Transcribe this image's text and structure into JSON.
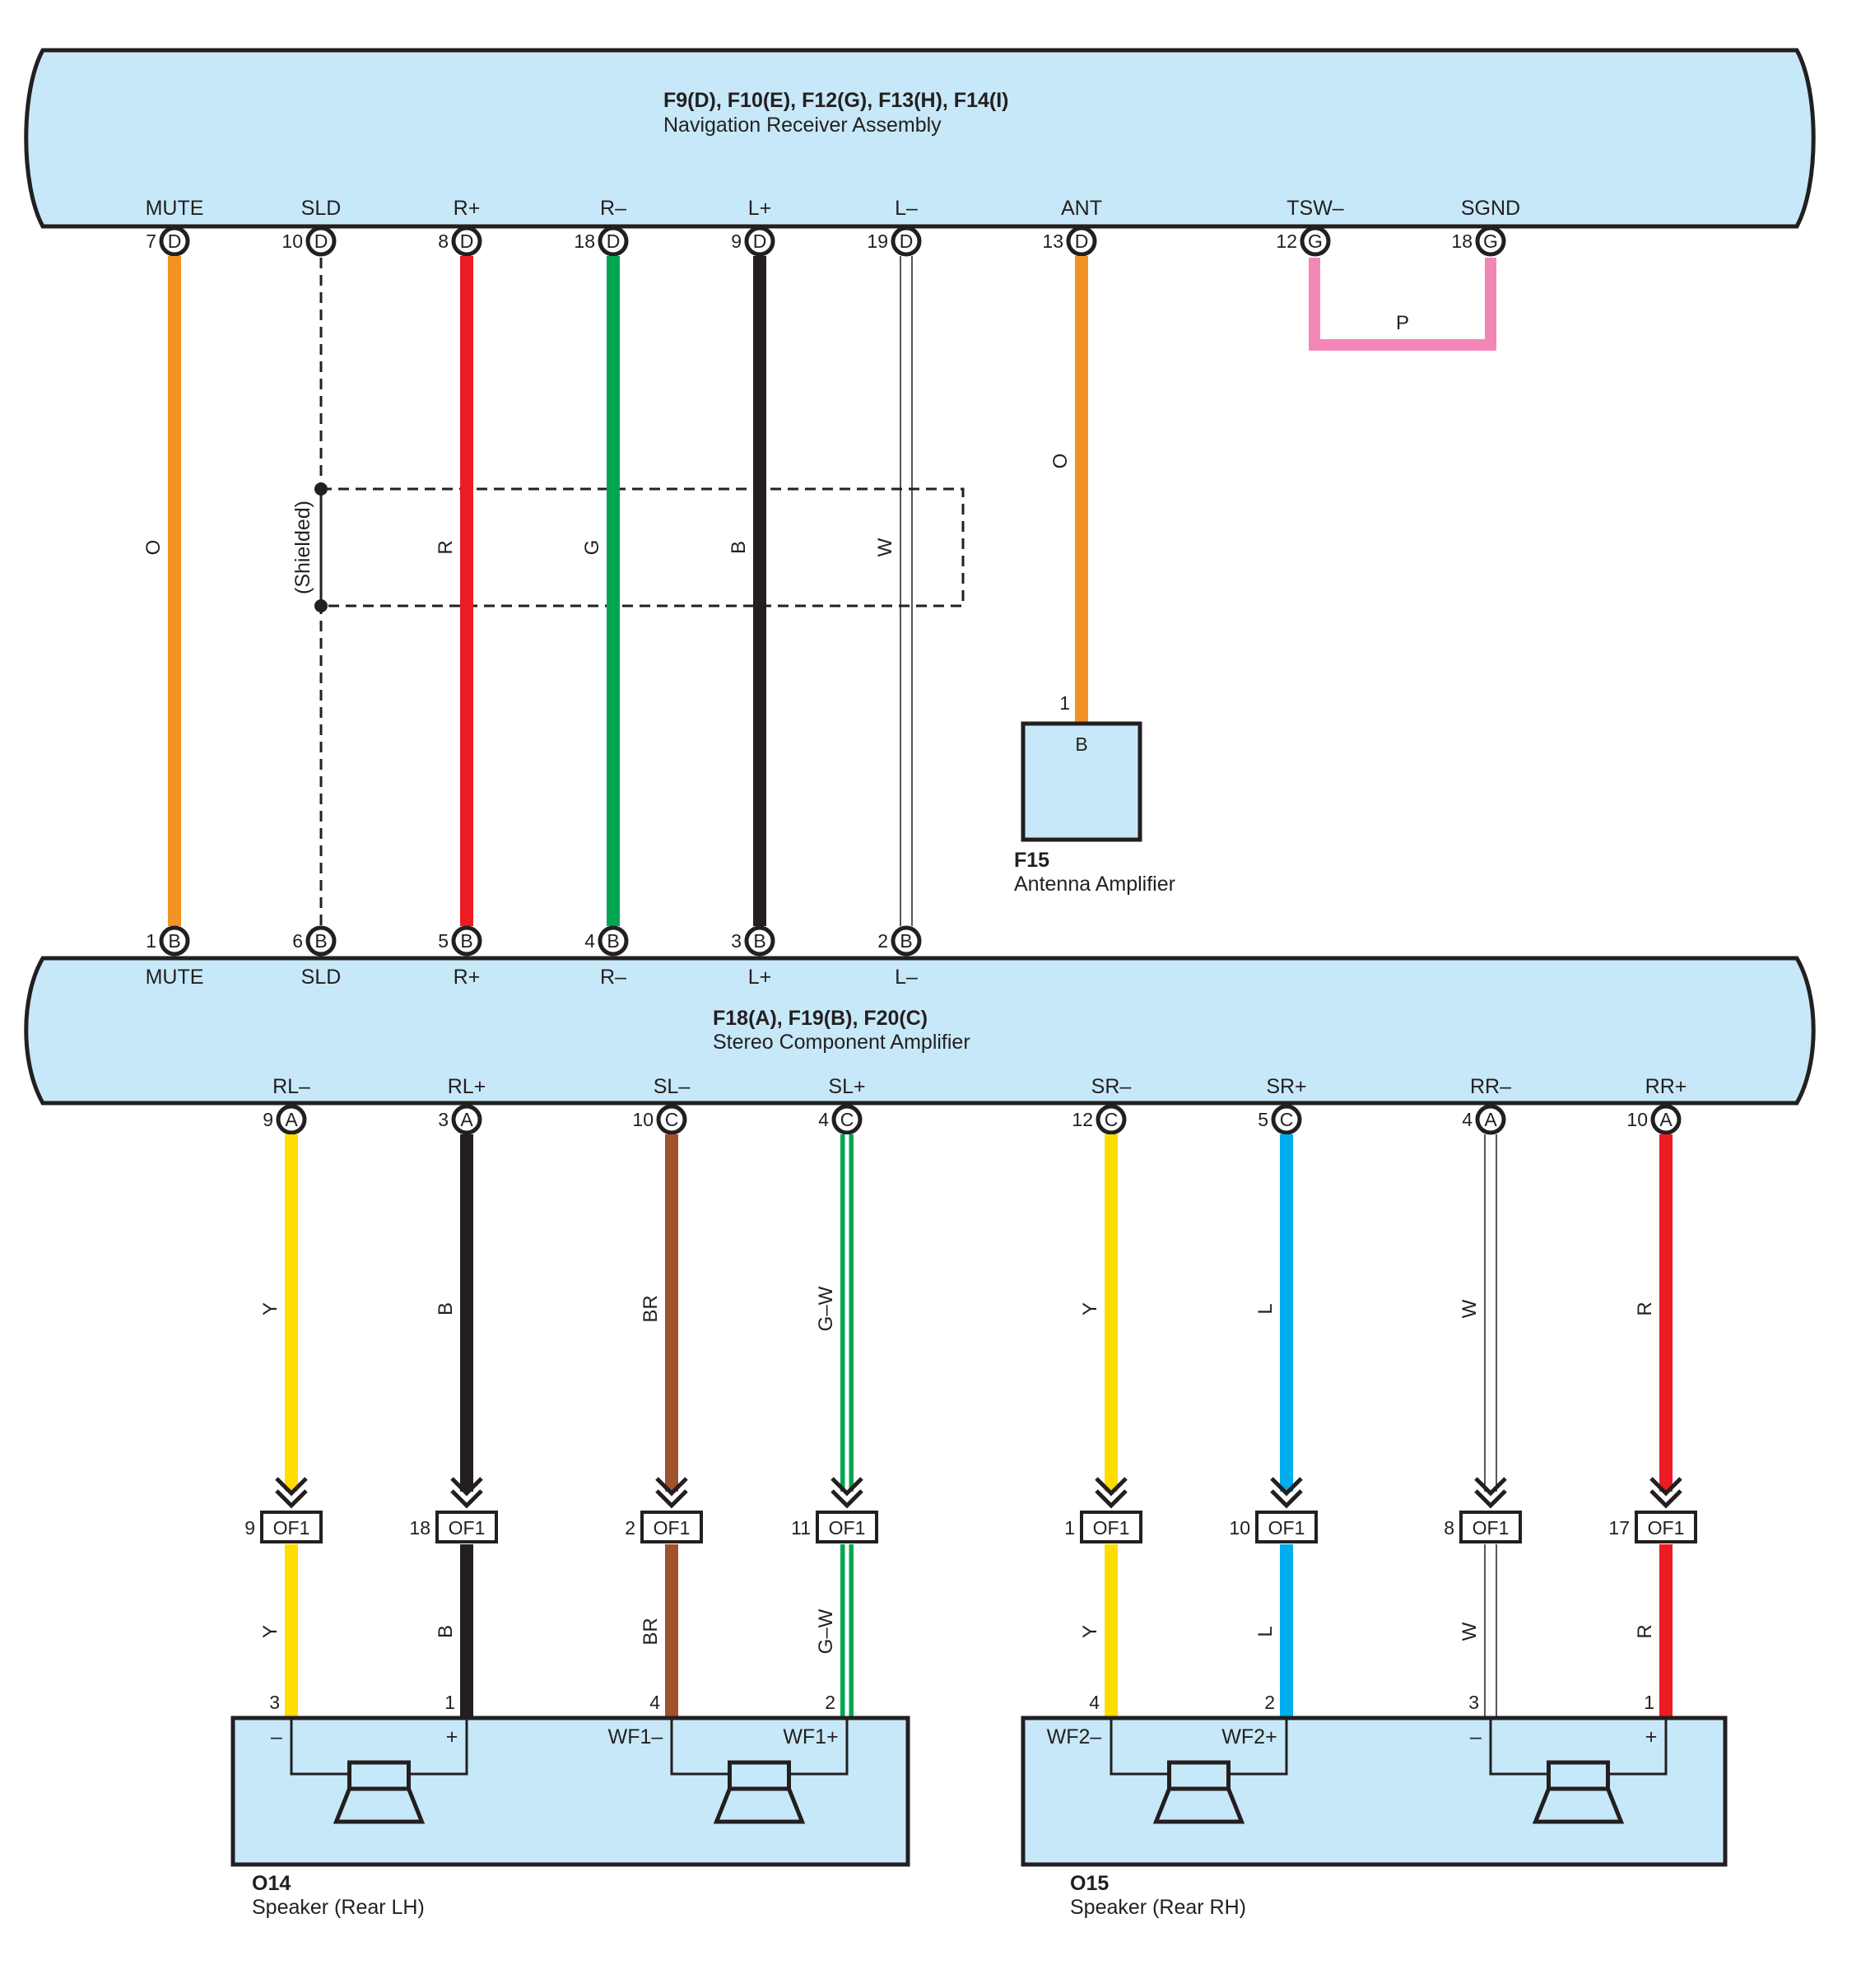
{
  "colors": {
    "O": "#f39324",
    "R": "#ed1c24",
    "G": "#00a651",
    "B": "#231f20",
    "W": "#ffffff",
    "P": "#f287b7",
    "Y": "#ffdd00",
    "BR": "#a0522d",
    "L": "#00aeef",
    "body_fill": "#c7e8f8",
    "outline": "#231f20"
  },
  "nav_receiver": {
    "id": "F9(D), F10(E), F12(G), F13(H), F14(I)",
    "name": "Navigation Receiver Assembly",
    "terminals": [
      {
        "label": "MUTE",
        "pin": "7",
        "conn": "D"
      },
      {
        "label": "SLD",
        "pin": "10",
        "conn": "D"
      },
      {
        "label": "R+",
        "pin": "8",
        "conn": "D"
      },
      {
        "label": "R–",
        "pin": "18",
        "conn": "D"
      },
      {
        "label": "L+",
        "pin": "9",
        "conn": "D"
      },
      {
        "label": "L–",
        "pin": "19",
        "conn": "D"
      },
      {
        "label": "ANT",
        "pin": "13",
        "conn": "D"
      },
      {
        "label": "TSW–",
        "pin": "12",
        "conn": "G"
      },
      {
        "label": "SGND",
        "pin": "18",
        "conn": "G"
      }
    ]
  },
  "upper_wires": [
    "O",
    "",
    "R",
    "G",
    "B",
    "W",
    "O"
  ],
  "shielded_label": "(Shielded)",
  "pink_wire_label": "P",
  "antenna_amp": {
    "id": "F15",
    "name": "Antenna Amplifier",
    "pin": "1",
    "conn": "B"
  },
  "amplifier": {
    "id": "F18(A), F19(B), F20(C)",
    "name": "Stereo Component Amplifier",
    "top_terminals": [
      {
        "label": "MUTE",
        "pin": "1",
        "conn": "B"
      },
      {
        "label": "SLD",
        "pin": "6",
        "conn": "B"
      },
      {
        "label": "R+",
        "pin": "5",
        "conn": "B"
      },
      {
        "label": "R–",
        "pin": "4",
        "conn": "B"
      },
      {
        "label": "L+",
        "pin": "3",
        "conn": "B"
      },
      {
        "label": "L–",
        "pin": "2",
        "conn": "B"
      }
    ],
    "bottom_terminals": [
      {
        "label": "RL–",
        "pin": "9",
        "conn": "A"
      },
      {
        "label": "RL+",
        "pin": "3",
        "conn": "A"
      },
      {
        "label": "SL–",
        "pin": "10",
        "conn": "C"
      },
      {
        "label": "SL+",
        "pin": "4",
        "conn": "C"
      },
      {
        "label": "SR–",
        "pin": "12",
        "conn": "C"
      },
      {
        "label": "SR+",
        "pin": "5",
        "conn": "C"
      },
      {
        "label": "RR–",
        "pin": "4",
        "conn": "A"
      },
      {
        "label": "RR+",
        "pin": "10",
        "conn": "A"
      }
    ]
  },
  "lower_wires": [
    {
      "color": "Y",
      "of1_pin": "9",
      "spk_pin": "3"
    },
    {
      "color": "B",
      "of1_pin": "18",
      "spk_pin": "1"
    },
    {
      "color": "BR",
      "of1_pin": "2",
      "spk_pin": "4"
    },
    {
      "color": "G–W",
      "of1_pin": "11",
      "spk_pin": "2"
    },
    {
      "color": "Y",
      "of1_pin": "1",
      "spk_pin": "4"
    },
    {
      "color": "L",
      "of1_pin": "10",
      "spk_pin": "2"
    },
    {
      "color": "W",
      "of1_pin": "8",
      "spk_pin": "3"
    },
    {
      "color": "R",
      "of1_pin": "17",
      "spk_pin": "1"
    }
  ],
  "of1_label": "OF1",
  "speaker_lh": {
    "id": "O14",
    "name": "Speaker (Rear LH)",
    "labels": [
      "–",
      "+",
      "WF1–",
      "WF1+"
    ]
  },
  "speaker_rh": {
    "id": "O15",
    "name": "Speaker (Rear RH)",
    "labels": [
      "WF2–",
      "WF2+",
      "–",
      "+"
    ]
  }
}
